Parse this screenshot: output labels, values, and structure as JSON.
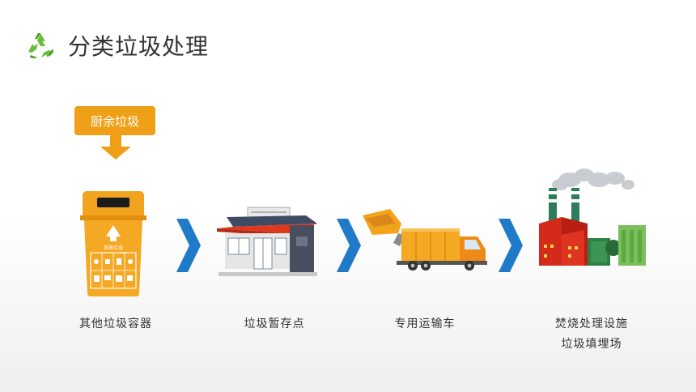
{
  "title": "分类垃圾处理",
  "source_tag": "厨余垃圾",
  "bin_text": "其他垃圾",
  "steps": [
    {
      "label": "其他垃圾容器"
    },
    {
      "label": "垃圾暂存点"
    },
    {
      "label": "专用运输车"
    },
    {
      "label": "焚烧处理设施",
      "label2": "垃圾填埋场"
    }
  ],
  "colors": {
    "accent": "#f0a017",
    "arrow": "#1f7ac8",
    "recycle": "#6abf3a"
  }
}
